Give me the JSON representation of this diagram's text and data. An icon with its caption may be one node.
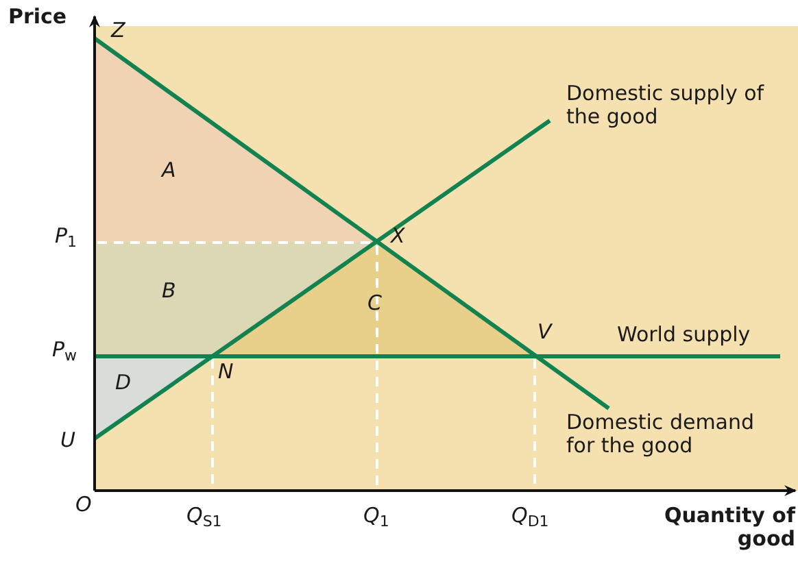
{
  "diagram": {
    "labels": [
      "Price",
      "Z",
      "A",
      "Domestic supply of the good",
      "P$_{1}$",
      "X",
      "B",
      "C",
      "P$_{w}$",
      "V",
      "World supply",
      "D",
      "N",
      "U",
      "Domestic demand for the good",
      "O",
      "Q$_{S1}$",
      "Q$_{1}$",
      "Q$_{D1}$",
      "Quantity of good"
    ]
  }
}
